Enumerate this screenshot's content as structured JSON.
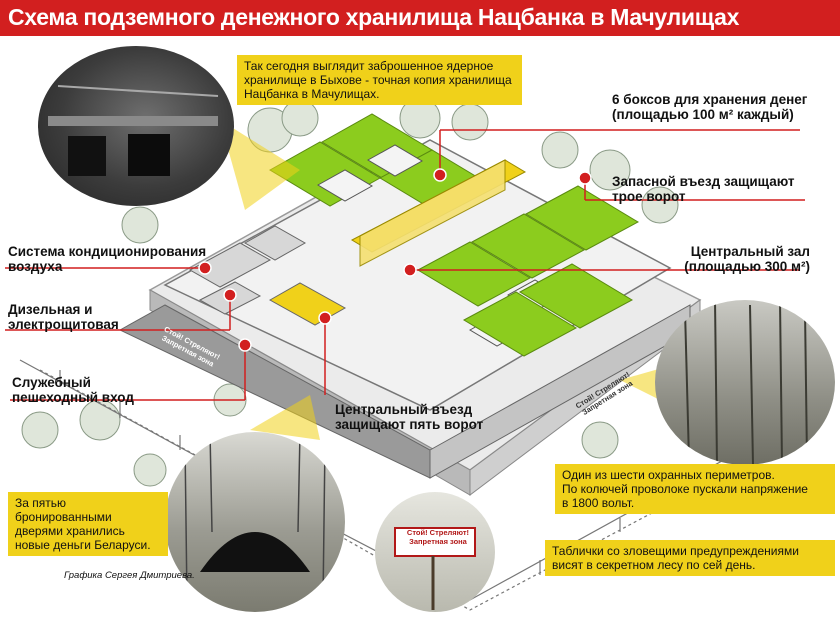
{
  "title": "Схема подземного денежного хранилища Нацбанка в Мачулищах",
  "colors": {
    "title_bg": "#d21f1f",
    "callout_bg": "#f0d11a",
    "vault_green": "#8ccc1e",
    "marker_red": "#d21f1f"
  },
  "labels": {
    "boxes": "6 боксов для хранения денег\n(площадью 100 м² каждый)",
    "reserve_entry": "Запасной въезд защищают\nтрое ворот",
    "central_hall": "Центральный зал\n(площадью 300 м²)",
    "air": "Система кондиционирования\nвоздуха",
    "diesel": "Дизельная и\nэлектрощитовая",
    "service": "Служебный\nпешеходный вход",
    "central_entry": "Центральный въезд\nзащищают пять ворот"
  },
  "callouts": {
    "bykhov": "Так сегодня выглядит заброшенное ядерное хранилище в Быхове - точная копия хранилища Нацбанка в Мачулищах.",
    "perimeters": "Один из шести охранных периметров.\nПо колючей проволоке пускали напряжение\nв 1800 вольт.",
    "doors": "За пятью\nбронированными\nдверями хранились\nновые деньги Беларуси.",
    "signs": "Таблички со зловещими предупреждениями\nвисят в секретном лесу по сей день."
  },
  "signs": {
    "sign1": "Стой! Стреляют!\nЗапретная зона",
    "sign2": "Стой! Стреляют!\nЗапретная зона",
    "sign3": "Стой! Стреляют!\nЗапретная зона"
  },
  "credit": "Графика Сергея Дмитриева."
}
